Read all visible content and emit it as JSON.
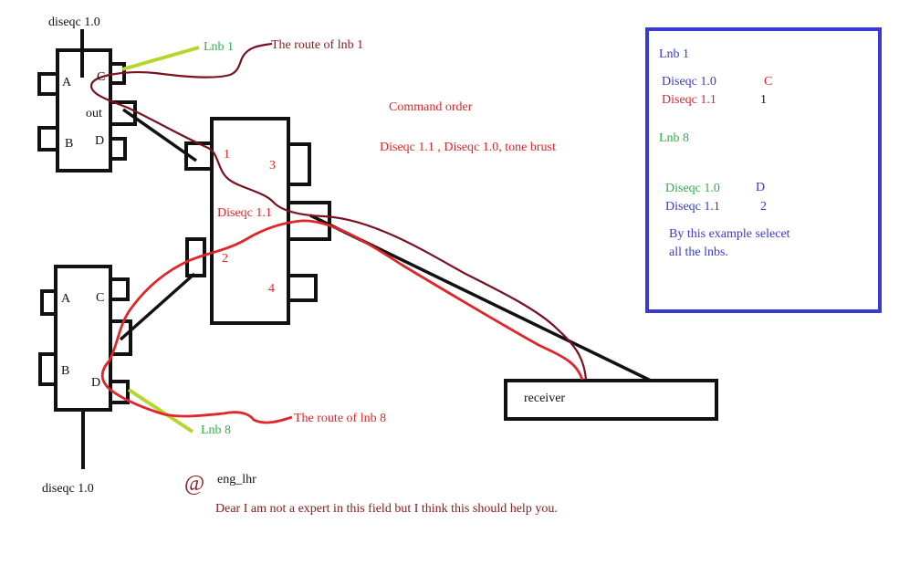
{
  "colors": {
    "black": "#111111",
    "red": "#e0262a",
    "maroon": "#7a1020",
    "green": "#2db34a",
    "lime": "#b5d72a",
    "blue": "#3a3ad0",
    "box_border": "#3a3ad0"
  },
  "switch_top": {
    "title": "diseqc 1.0",
    "port_a": "A",
    "port_c": "C",
    "port_b": "B",
    "port_d": "D",
    "port_out": "out"
  },
  "switch_bottom": {
    "title": "diseqc 1.0",
    "port_a": "A",
    "port_c": "C",
    "port_b": "B",
    "port_d": "D"
  },
  "switch_middle": {
    "title": "Diseqc 1.1",
    "port_1": "1",
    "port_2": "2",
    "port_3": "3",
    "port_4": "4"
  },
  "lnb_top": {
    "label": "Lnb 1",
    "route": "The route of lnb 1"
  },
  "lnb_bottom": {
    "label": "Lnb 8",
    "route": "The route of lnb 8"
  },
  "receiver": {
    "label": "receiver"
  },
  "command": {
    "title": "Command order",
    "sequence": "Diseqc 1.1 , Diseqc 1.0, tone brust"
  },
  "info_box": {
    "lnb1_title": "Lnb 1",
    "lnb1_row1_name": "Diseqc 1.0",
    "lnb1_row1_value": "C",
    "lnb1_row2_name": "Diseqc 1.1",
    "lnb1_row2_value": "1",
    "lnb8_title": "Lnb 8",
    "lnb8_row1_name": "Diseqc  1.0",
    "lnb8_row1_value": "D",
    "lnb8_row2_name": "Diseqc  1.1",
    "lnb8_row2_value": "2",
    "note_line1": "By this example selecet",
    "note_line2": "all the lnbs."
  },
  "signature": {
    "at": "@",
    "user": "eng_lhr",
    "message": "Dear I am not a expert in this field but I think this should help you."
  }
}
